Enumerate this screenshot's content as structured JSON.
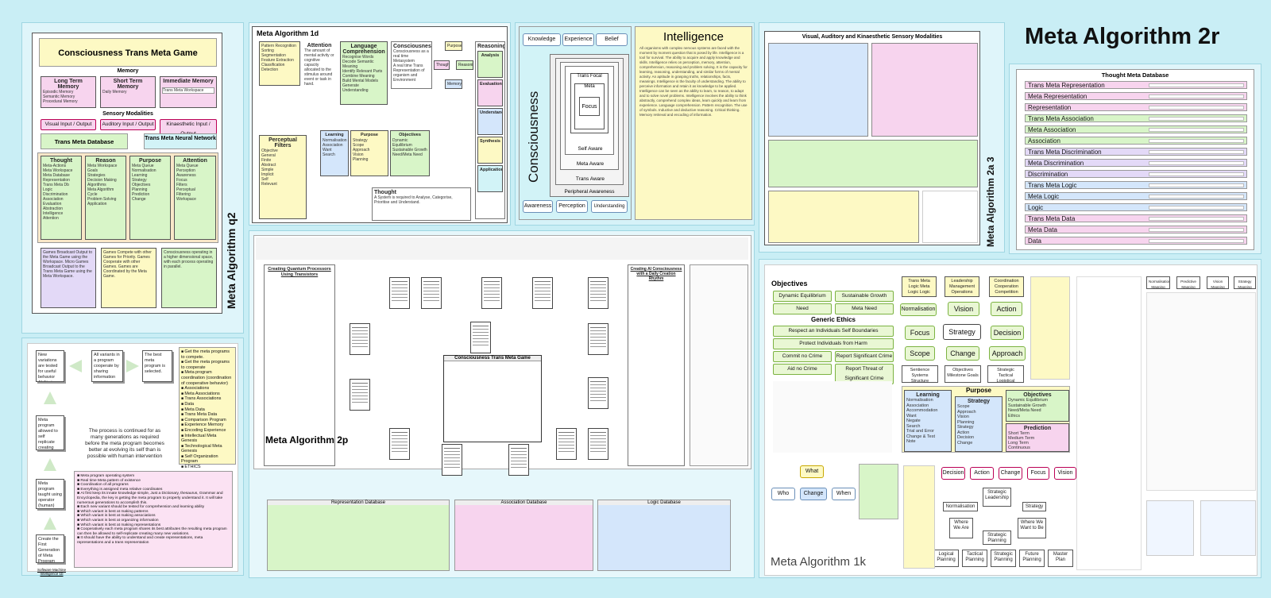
{
  "titles": {
    "main": "Meta Algorithm 2r",
    "q2": "Meta Algorithm q2",
    "m1d": "Meta Algorithm 1d",
    "m2p": "Meta Algorithm 2p",
    "m2a3": "Meta Algorithm 2a 3",
    "m1k": "Meta Algorithm 1k"
  },
  "q2_panel": {
    "heading": "Consciousness Trans Meta Game",
    "memory": "Memory",
    "memory_items": [
      "Long Term Memory",
      "Short Term Memory",
      "Immediate Memory"
    ],
    "sensory": "Sensory Modalities",
    "sensory_items": [
      "Visual Input / Output",
      "Auditory Input / Output",
      "Kinaesthetic Input / Output"
    ],
    "tmdb": "Trans Meta Database",
    "tmnn": "Trans Meta Neural Network",
    "columns": [
      "Thought",
      "Reason",
      "Purpose",
      "Attention"
    ]
  },
  "m1d_panel": {
    "sections": [
      "Attention",
      "Language Comprehension",
      "Consciousness",
      "Reasoning",
      "Perceptual Filters",
      "Learning",
      "Purpose",
      "Objectives",
      "Thought",
      "Analysis",
      "Evaluation",
      "Understand",
      "Synthesis",
      "Application"
    ],
    "cycle": [
      "Purpose",
      "Thought",
      "Memory",
      "Reasoning"
    ]
  },
  "consciousness_panel": {
    "tabs": [
      "Knowledge",
      "Experience",
      "Belief"
    ],
    "vertical": "Consciousness",
    "nested": [
      "Trans Focal",
      "Meta",
      "Focus",
      "Self Aware",
      "Meta Aware",
      "Trans Aware",
      "Peripheral Awareness"
    ],
    "bottom": [
      "Awareness",
      "Perception",
      "Understanding"
    ],
    "intelligence": "Intelligence"
  },
  "m2a3_panel": {
    "heading": "Visual, Auditory and Kinaesthetic Sensory Modalities"
  },
  "thought_db": {
    "heading": "Thought Meta Database",
    "rows": [
      {
        "label": "Trans Meta Representation",
        "color": "#f7d4ee"
      },
      {
        "label": "Meta Representation",
        "color": "#f7d4ee"
      },
      {
        "label": "Representation",
        "color": "#f7d4ee"
      },
      {
        "label": "Trans Meta Association",
        "color": "#d8f5c8"
      },
      {
        "label": "Meta Association",
        "color": "#d8f5c8"
      },
      {
        "label": "Association",
        "color": "#d8f5c8"
      },
      {
        "label": "Trans Meta Discrimination",
        "color": "#e3d9f7"
      },
      {
        "label": "Meta Discrimination",
        "color": "#e3d9f7"
      },
      {
        "label": "Discrimination",
        "color": "#e3d9f7"
      },
      {
        "label": "Trans Meta Logic",
        "color": "#d4e6fb"
      },
      {
        "label": "Meta Logic",
        "color": "#d4e6fb"
      },
      {
        "label": "Logic",
        "color": "#d4e6fb"
      },
      {
        "label": "Trans Meta Data",
        "color": "#f7d4ee"
      },
      {
        "label": "Meta Data",
        "color": "#f7d4ee"
      },
      {
        "label": "Data",
        "color": "#f7d4ee"
      }
    ]
  },
  "flow_panel": {
    "box1": "New variations are tested for useful behavior Ability to learn etc",
    "box2": "All variants in a program cooperate by sharing information",
    "box3": "The best meta program is selected.",
    "box4": "Meta program allowed to self replicate creating many variants of its self",
    "box5": "The process is continued for as many generations as required before the meta program becomes better at evolving its self than is possible with human intervention",
    "box6": "Meta program taught using operator (human) feedback",
    "box7": "Create the First Generation of Meta Program",
    "credit": "Software Machine Intelligence 1b",
    "list": [
      "Get the meta programs to compete.",
      "Get the meta programs to cooperate",
      "Meta program coordination (coordination of cooperative behavior)",
      "Associations",
      "Meta Associations",
      "Trans Associations",
      "Data",
      "Meta Data",
      "Trans Meta Data",
      "Comparison Program",
      "Experience Memory",
      "Encoding Experience",
      "Intellectual Meta Genesis",
      "Technological Meta Genesis",
      "Self Organization Program",
      "ETHICS"
    ],
    "notes": [
      "Meta program operating system",
      "Real time Meta pattern of existence",
      "Coordination of all programs",
      "Everything is assigned meta relative coordinates",
      "At first keep its innate knowledge simple, Just a Dictionary, thesaurus, Grammar and Encyclopedia, the key is getting the meta program to properly understand it. It will take numerous generations to accomplish this.",
      "Each new variant should be tested for comprehension and learning ability",
      "Which variant is best at making patterns",
      "Which variant is best at making associations",
      "Which variant is best at organizing information",
      "Which variant is best at making representations",
      "Cooperatively each meta program shares its best attributes the resulting meta program can then be allowed to self-replicate creating many new variations.",
      "It should have the ability to understand and create representations, meta representations and a trans representation"
    ]
  },
  "m2p_panel": {
    "left_heading": "Creating Quantum Processors Using Transistors",
    "center": "Consciousness Trans Meta Game",
    "right_heading": "Creating AI Consciousness with a Daily Creation Rhythm",
    "databases": [
      "Representation Database",
      "Association Database",
      "Logic Database"
    ]
  },
  "m1k_panel": {
    "objectives": "Objectives",
    "obj_items": [
      "Dynamic Equilibrium",
      "Sustainable Growth",
      "Need",
      "Meta Need"
    ],
    "ethics": "Generic Ethics",
    "ethic_items": [
      "Respect an Individuals Self Boundaries",
      "Protect Individuals from Harm",
      "Commit no Crime",
      "Report Significant Crime",
      "Aid no Crime",
      "Report Threat of Significant Crime"
    ],
    "top_boxes": [
      "Trans Meta Logic Meta Logic Logic",
      "Leadership Management Operations",
      "Coordination Cooperation Competition"
    ],
    "ring": [
      "Normalisation",
      "Vision",
      "Action",
      "Focus",
      "Strategy",
      "Decision",
      "Scope",
      "Change",
      "Approach"
    ],
    "ring_sub": [
      "Sentience Systems Structure",
      "Objectives Milestone Goals",
      "Strategic Tactical Logistical"
    ],
    "learning": "Learning",
    "purpose": "Purpose",
    "objectives2": "Objectives",
    "learning_items": [
      "Normalisation",
      "Association",
      "Accommodation",
      "Want",
      "Negate",
      "Search",
      "Trial and Error",
      "Change & Test",
      "Note"
    ],
    "purpose_strategy": "Strategy",
    "strategy_items": [
      "Scope",
      "Approach",
      "Vision",
      "Planning",
      "Strategy",
      "Action",
      "Decision",
      "Change"
    ],
    "obj2_items": [
      "Dynamic Equilibrium",
      "Sustainable Growth",
      "Need/Meta Need",
      "Ethics"
    ],
    "prediction": "Prediction",
    "prediction_items": [
      "Short Term",
      "Medium Term",
      "Long Term",
      "Continuous"
    ],
    "what": "What",
    "who": "Who",
    "when": "When",
    "change": "Change",
    "flow_top": [
      "Decision",
      "Action",
      "Change",
      "Focus",
      "Vision"
    ],
    "strategic_leadership": "Strategic Leadership",
    "where_we_are": "Where We Are",
    "where_want": "Where We Want to Be",
    "strategic_planning": "Strategic Planning",
    "plans": [
      "Logical Planning",
      "Tactical Planning",
      "Strategic Planning",
      "Future Planning",
      "Master Plan"
    ],
    "normalisation": "Normalisation",
    "strategy": "Strategy",
    "right_boxes": [
      "Normalisation Mapping",
      "Predictive Mapping",
      "Vision Mapping",
      "Strategy Mapping"
    ]
  }
}
